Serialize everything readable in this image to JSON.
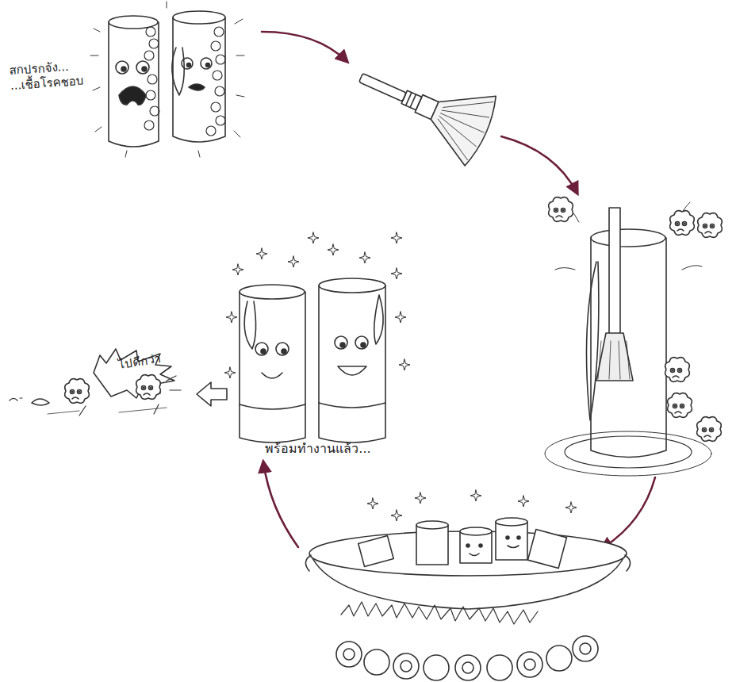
{
  "diagram": {
    "labels": [
      "สกปรกจัง... ...เชื้อโรคชอบ",
      "ไปดีกว่า",
      "พร้อมทำงานแล้ว..."
    ]
  }
}
